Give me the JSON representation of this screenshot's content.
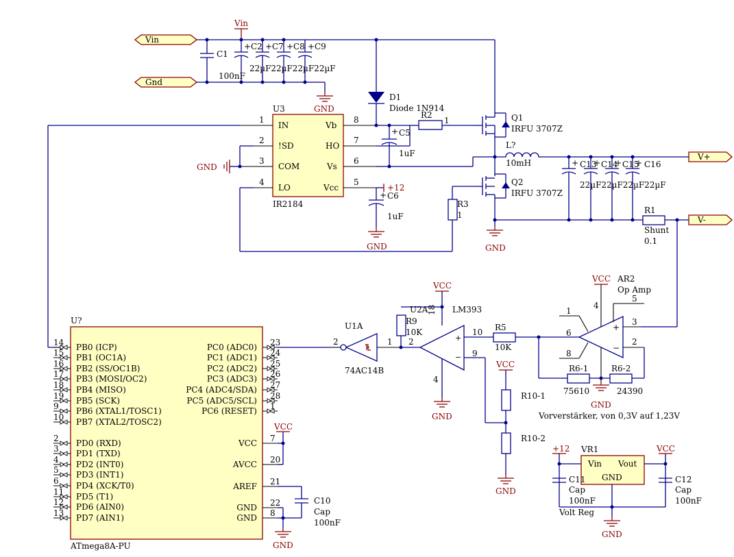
{
  "ports": {
    "vin": "Vin",
    "gnd": "Gnd",
    "vplus": "V+",
    "vminus": "V-"
  },
  "power": {
    "vin": "Vin",
    "gnd": "GND",
    "p12": "+12",
    "vcc": "VCC"
  },
  "input_caps": {
    "c1": "C1",
    "c1_val": "100nF",
    "c2": "C2",
    "c7": "C7",
    "c8": "C8",
    "c9": "C9",
    "c9_val": "22µF",
    "c_vals": "22µF22µF22µF22µF"
  },
  "u3": {
    "ref": "U3",
    "part": "IR2184",
    "pins": [
      {
        "num": "1",
        "name": "IN"
      },
      {
        "num": "2",
        "name": "!SD"
      },
      {
        "num": "3",
        "name": "COM"
      },
      {
        "num": "4",
        "name": "LO"
      },
      {
        "num": "8",
        "name": "Vb"
      },
      {
        "num": "7",
        "name": "HO"
      },
      {
        "num": "6",
        "name": "Vs"
      },
      {
        "num": "5",
        "name": "Vcc"
      }
    ]
  },
  "d1": {
    "ref": "D1",
    "value": "Diode 1N914"
  },
  "r2": {
    "ref": "R2",
    "value": "1"
  },
  "c5": {
    "ref": "C5",
    "value": "1uF"
  },
  "c6": {
    "ref": "C6",
    "value": "1uF"
  },
  "q1": {
    "ref": "Q1",
    "value": "IRFU 3707Z"
  },
  "q2": {
    "ref": "Q2",
    "value": "IRFU 3707Z"
  },
  "l": {
    "ref": "L?",
    "value": "10mH"
  },
  "r3": {
    "ref": "R3",
    "value": "1"
  },
  "out_caps": {
    "c13": "C13",
    "c14": "C14",
    "c15": "C15",
    "c16": "C16",
    "c16_val": "22µF",
    "c_vals": "22µF22µF22µF22µF"
  },
  "r1": {
    "ref": "R1",
    "value": "Shunt",
    "value2": "0.1"
  },
  "ar2": {
    "ref": "AR2",
    "value": "Op Amp",
    "pins": [
      "4",
      "5",
      "1",
      "6",
      "8",
      "3",
      "2"
    ],
    "plus": "+",
    "minus": "−"
  },
  "r6": {
    "r61": "R6-1",
    "r61_val": "75610",
    "r62": "R6-2",
    "r62_val": "24390"
  },
  "preamp_note": "Vorverstärker, von 0,3V auf 1,23V",
  "r5": {
    "ref": "R5",
    "value": "10K"
  },
  "u2a": {
    "ref": "U2A",
    "value": "LM393",
    "pins": [
      "18",
      "10",
      "9",
      "2",
      "4"
    ]
  },
  "r9": {
    "ref": "R9",
    "value": "10K"
  },
  "u1a": {
    "ref": "U1A",
    "value": "74AC14B",
    "pins": [
      "2",
      "1"
    ]
  },
  "r10": {
    "r101": "R10-1",
    "r102": "R10-2"
  },
  "mcu": {
    "ref": "U?",
    "part": "ATmega8A-PU",
    "left": [
      {
        "num": "14",
        "name": "PB0 (ICP)"
      },
      {
        "num": "15",
        "name": "PB1 (OC1A)"
      },
      {
        "num": "16",
        "name": "PB2 (SS/OC1B)"
      },
      {
        "num": "17",
        "name": "PB3 (MOSI/OC2)"
      },
      {
        "num": "18",
        "name": "PB4 (MISO)"
      },
      {
        "num": "19",
        "name": "PB5 (SCK)"
      },
      {
        "num": "9",
        "name": "PB6 (XTAL1/TOSC1)"
      },
      {
        "num": "10",
        "name": "PB7 (XTAL2/TOSC2)"
      },
      {
        "num": "2",
        "name": "PD0 (RXD)"
      },
      {
        "num": "3",
        "name": "PD1 (TXD)"
      },
      {
        "num": "4",
        "name": "PD2 (INT0)"
      },
      {
        "num": "5",
        "name": "PD3 (INT1)"
      },
      {
        "num": "6",
        "name": "PD4 (XCK/T0)"
      },
      {
        "num": "11",
        "name": "PD5 (T1)"
      },
      {
        "num": "12",
        "name": "PD6 (AIN0)"
      },
      {
        "num": "13",
        "name": "PD7 (AIN1)"
      }
    ],
    "right": [
      {
        "num": "23",
        "name": "PC0 (ADC0)"
      },
      {
        "num": "24",
        "name": "PC1 (ADC1)"
      },
      {
        "num": "25",
        "name": "PC2 (ADC2)"
      },
      {
        "num": "26",
        "name": "PC3 (ADC3)"
      },
      {
        "num": "27",
        "name": "PC4 (ADC4/SDA)"
      },
      {
        "num": "28",
        "name": "PC5 (ADC5/SCL)"
      },
      {
        "num": "1",
        "name": "PC6 (RESET)"
      },
      {
        "num": "7",
        "name": "VCC"
      },
      {
        "num": "20",
        "name": "AVCC"
      },
      {
        "num": "21",
        "name": "AREF"
      },
      {
        "num": "22",
        "name": "GND"
      },
      {
        "num": "8",
        "name": "GND"
      }
    ]
  },
  "c10": {
    "ref": "C10",
    "value": "Cap",
    "value2": "100nF"
  },
  "vr1": {
    "ref": "VR1",
    "vin": "Vin",
    "vout": "Vout",
    "gnd": "GND",
    "desc": "Volt Reg"
  },
  "c11": {
    "ref": "C11",
    "value": "Cap",
    "value2": "100nF"
  },
  "c12": {
    "ref": "C12",
    "value": "Cap",
    "value2": "100nF"
  }
}
